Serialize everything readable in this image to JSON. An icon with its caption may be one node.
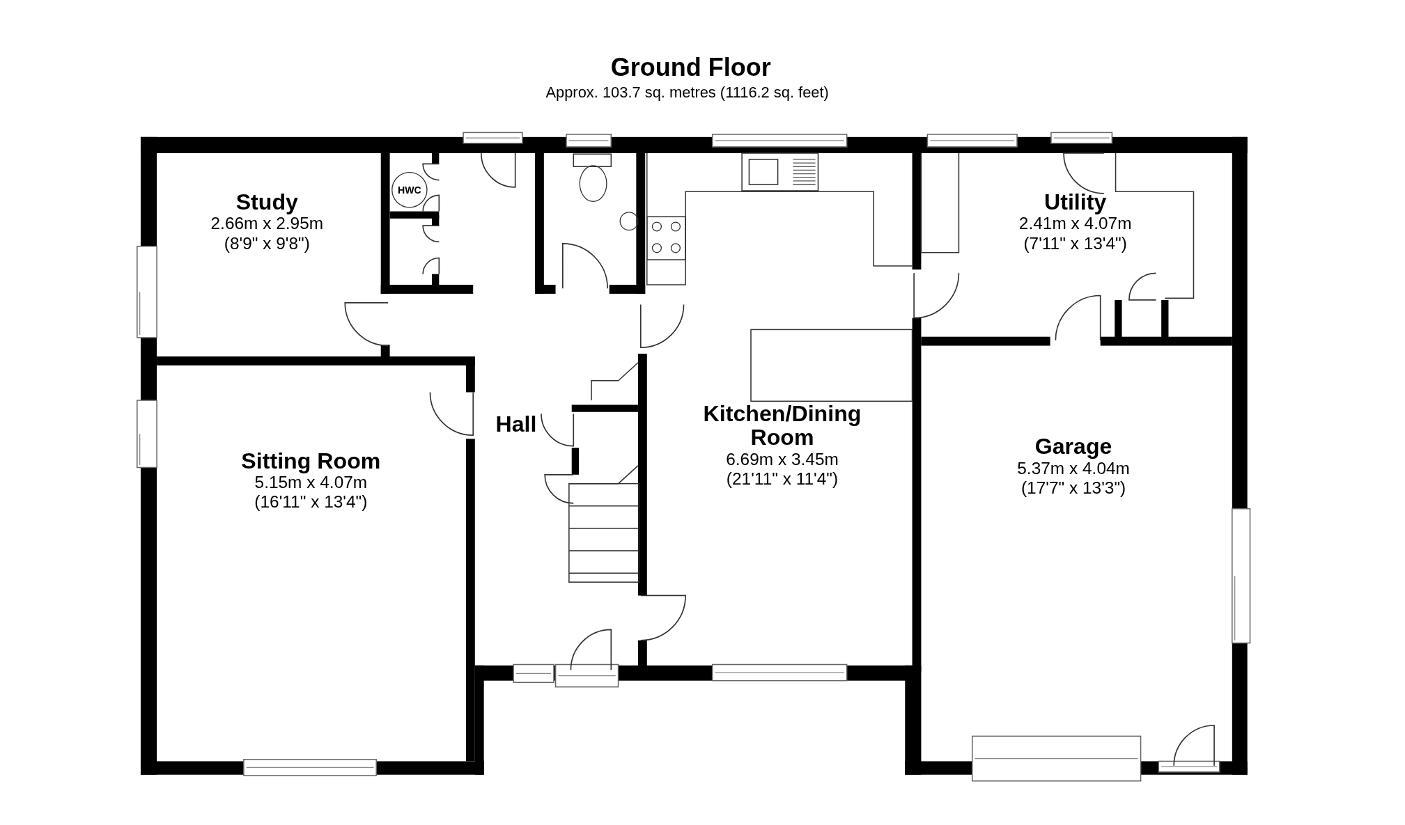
{
  "diagram": {
    "title": "Ground Floor",
    "caption": "Approx. 103.7 sq. metres (1116.2 sq. feet)",
    "nodes": [
      {
        "text": [
          "Study",
          "2.66m x 2.95m",
          "(8'9\" x 9'8\")"
        ]
      },
      {
        "text": [
          "HWC"
        ]
      },
      {
        "text": [
          "Utility",
          "2.41m x 4.07m",
          "(7'11\" x 13'4\")"
        ]
      },
      {
        "text": [
          "Hall"
        ]
      },
      {
        "text": [
          "Kitchen/Dining Room",
          "6.69m x 3.45m",
          "(21'11\" x 11'4\")"
        ]
      },
      {
        "text": [
          "Garage",
          "5.37m x 4.04m",
          "(17'7\" x 13'3\")"
        ]
      },
      {
        "text": [
          "Sitting Room",
          "5.15m x 4.07m",
          "(16'11\" x 13'4\")"
        ]
      }
    ]
  }
}
